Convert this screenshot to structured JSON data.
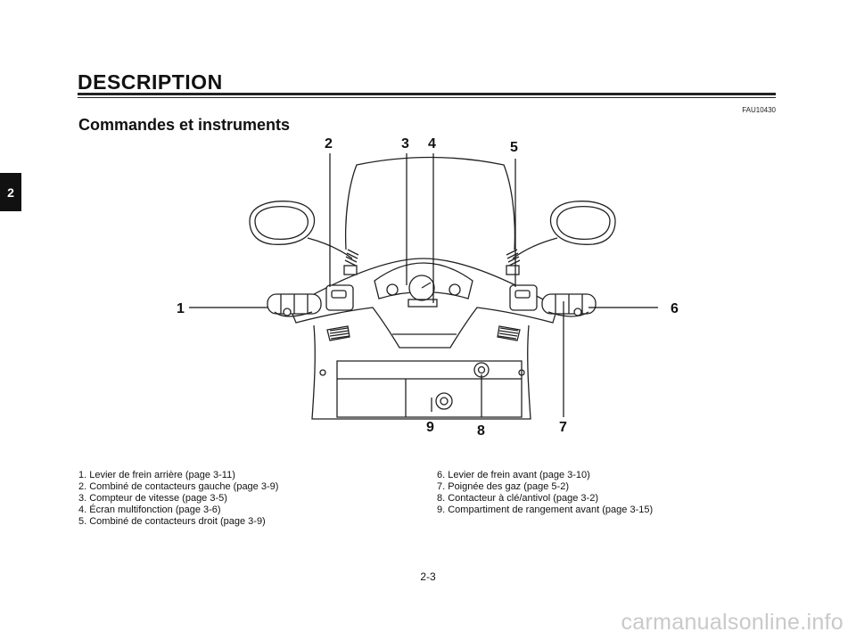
{
  "header": {
    "section_title": "DESCRIPTION",
    "code": "FAU10430",
    "subtitle": "Commandes et instruments"
  },
  "chapter_tab": "2",
  "figure": {
    "callouts": [
      "1",
      "2",
      "3",
      "4",
      "5",
      "6",
      "7",
      "8",
      "9"
    ]
  },
  "legend": {
    "left": [
      "1. Levier de frein arrière (page 3-11)",
      "2. Combiné de contacteurs gauche (page 3-9)",
      "3. Compteur de vitesse (page 3-5)",
      "4. Écran multifonction (page 3-6)",
      "5. Combiné de contacteurs droit (page 3-9)"
    ],
    "right": [
      "6. Levier de frein avant (page 3-10)",
      "7. Poignée des gaz (page 5-2)",
      "8. Contacteur à clé/antivol (page 3-2)",
      "9. Compartiment de rangement avant (page 3-15)"
    ]
  },
  "footer": {
    "page_number": "2-3",
    "watermark": "carmanualsonline.info"
  }
}
